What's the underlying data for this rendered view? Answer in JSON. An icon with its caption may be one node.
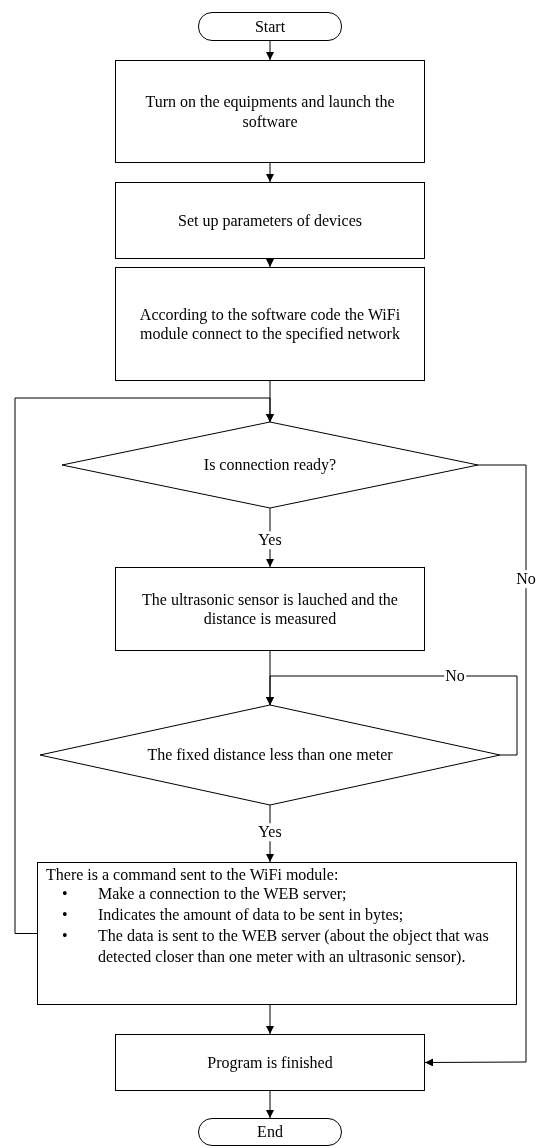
{
  "diagram": {
    "nodes": [
      {
        "text": [
          "Start"
        ]
      },
      {
        "text": [
          "Turn on the equipments and launch the software"
        ]
      },
      {
        "text": [
          "Set up parameters of devices"
        ]
      },
      {
        "text": [
          "According to the software code the WiFi module connect to the specified network"
        ]
      },
      {
        "text": [
          "Is connection ready?"
        ]
      },
      {
        "text": [
          "The ultrasonic sensor is lauched and the distance is measured"
        ]
      },
      {
        "text": [
          "The fixed distance less than one meter"
        ]
      },
      {
        "text": [
          "There is a command sent to the WiFi module:",
          "• Make a connection to the WEB server;",
          "• Indicates the amount of data to be sent in bytes;",
          "• The data is sent to the WEB server (about the object that was detected closer than one meter with an ultrasonic sensor)."
        ]
      },
      {
        "text": [
          "Program is finished"
        ]
      },
      {
        "text": [
          "End"
        ]
      }
    ],
    "edges": [
      {
        "from": 0,
        "to": 1,
        "arrow": "to"
      },
      {
        "from": 1,
        "to": 2,
        "arrow": "to"
      },
      {
        "from": 2,
        "to": 3,
        "arrow": "to"
      },
      {
        "from": 3,
        "to": 4,
        "arrow": "to"
      },
      {
        "from": 4,
        "to": 5,
        "arrow": "to",
        "label": "Yes"
      },
      {
        "from": 4,
        "to": 8,
        "arrow": "to",
        "label": "No"
      },
      {
        "from": 5,
        "to": 6,
        "arrow": "to"
      },
      {
        "from": 6,
        "to": 6,
        "arrow": "to",
        "label": "No"
      },
      {
        "from": 6,
        "to": 7,
        "arrow": "to",
        "label": "Yes"
      },
      {
        "from": 7,
        "to": 4,
        "arrow": "to"
      },
      {
        "from": 7,
        "to": 8,
        "arrow": "to"
      },
      {
        "from": 8,
        "to": 9,
        "arrow": "to"
      }
    ]
  }
}
